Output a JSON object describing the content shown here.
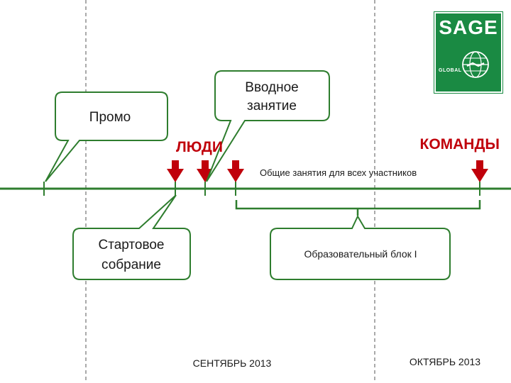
{
  "callouts": {
    "promo": "Промо",
    "intro_line1": "Вводное",
    "intro_line2": "занятие",
    "start_line1": "Стартовое",
    "start_line2": "собрание",
    "edu_block": "Образовательный блок I"
  },
  "labels": {
    "people": "ЛЮДИ",
    "teams": "КОМАНДЫ",
    "common_sessions": "Общие занятия для всех участников",
    "month_sep": "СЕНТЯБРЬ 2013",
    "month_oct": "ОКТЯБРЬ 2013"
  },
  "logo": {
    "title": "SAGE",
    "subtitle": "GLOBAL"
  },
  "colors": {
    "timeline": "#2e7d2e",
    "marker": "#c0000b",
    "logo": "#1a8a43"
  },
  "icons": [
    "down-arrow-icon",
    "globe-handshake-icon"
  ]
}
